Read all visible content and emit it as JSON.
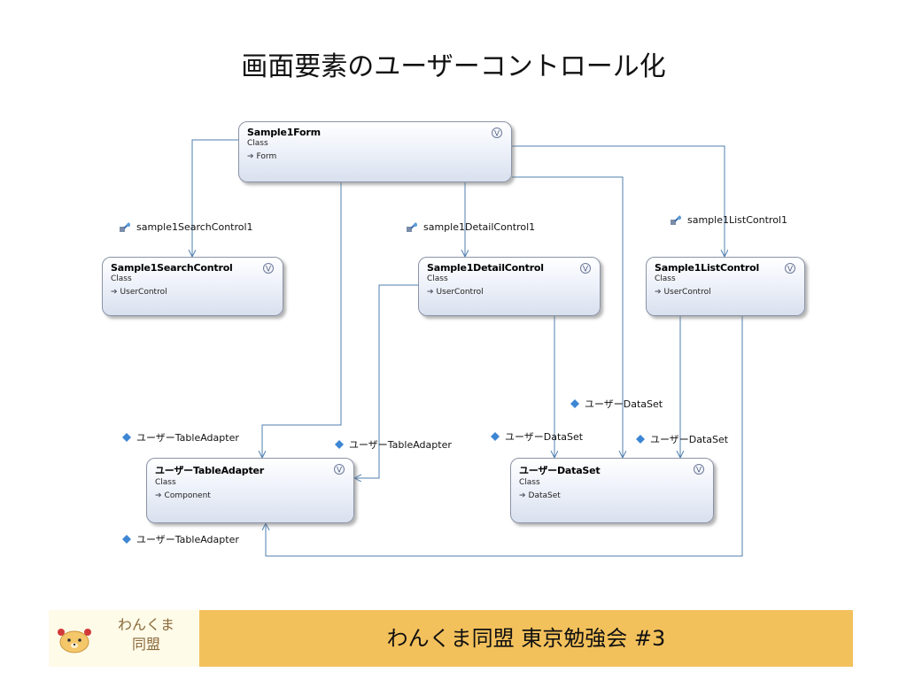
{
  "slide": {
    "title": "画面要素のユーザーコントロール化"
  },
  "classes": {
    "form": {
      "name": "Sample1Form",
      "kind": "Class",
      "base": "Form"
    },
    "search": {
      "name": "Sample1SearchControl",
      "kind": "Class",
      "base": "UserControl"
    },
    "detail": {
      "name": "Sample1DetailControl",
      "kind": "Class",
      "base": "UserControl"
    },
    "list": {
      "name": "Sample1ListControl",
      "kind": "Class",
      "base": "UserControl"
    },
    "adapter": {
      "name": "ユーザーTableAdapter",
      "kind": "Class",
      "base": "Component"
    },
    "dataset": {
      "name": "ユーザーDataSet",
      "kind": "Class",
      "base": "DataSet"
    }
  },
  "associations": {
    "search_control": "sample1SearchControl1",
    "detail_control": "sample1DetailControl1",
    "list_control": "sample1ListControl1",
    "form_adapter": "ユーザーTableAdapter",
    "detail_adapter": "ユーザーTableAdapter",
    "list_adapter": "ユーザーTableAdapter",
    "form_dataset": "ユーザーDataSet",
    "detail_dataset": "ユーザーDataSet",
    "list_dataset": "ユーザーDataSet"
  },
  "footer": {
    "logo_line1": "わんくま",
    "logo_line2": "同盟",
    "title": "わんくま同盟 東京勉強会 #3"
  },
  "colors": {
    "connector": "#4f7faf",
    "footer_band": "#f3c15c",
    "logo_background": "#fffbe9"
  },
  "icons": {
    "association": "field-association-icon",
    "property": "property-diamond-icon",
    "inheritance": "inheritance-arrow-icon",
    "collapse": "collapse-chevron-icon",
    "logo": "bear-logo-icon"
  }
}
